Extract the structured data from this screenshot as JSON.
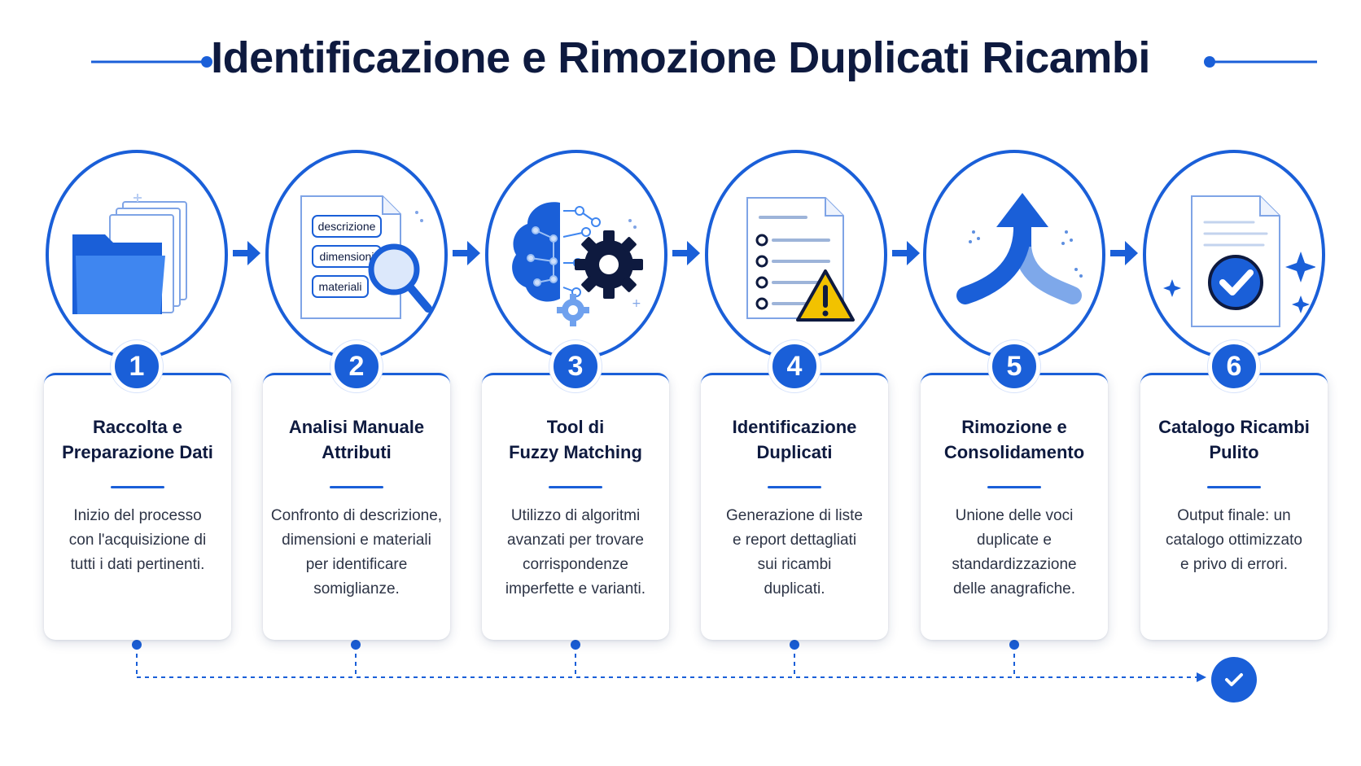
{
  "title": "Identificazione e Rimozione Duplicati Ricambi",
  "colors": {
    "accent": "#1a5fd8",
    "dark": "#0e1a3f",
    "warning": "#f2c200"
  },
  "steps": [
    {
      "number": "1",
      "title": "Raccolta e\nPreparazione Dati",
      "description": "Inizio del processo\ncon l'acquisizione di\ntutti i dati pertinenti.",
      "icon": "folder-documents-icon"
    },
    {
      "number": "2",
      "title": "Analisi Manuale\nAttributi",
      "description": "Confronto di descrizione,\ndimensioni e materiali\nper identificare\nsomiglianze.",
      "icon": "document-magnifier-icon",
      "tags": [
        "descrizione",
        "dimensioni",
        "materiali"
      ]
    },
    {
      "number": "3",
      "title": "Tool di\nFuzzy Matching",
      "description": "Utilizzo di algoritmi\navanzati per trovare\ncorrispondenze\nimperfette e varianti.",
      "icon": "brain-gear-icon"
    },
    {
      "number": "4",
      "title": "Identificazione\nDuplicati",
      "description": "Generazione di liste\ne report dettagliati\nsui ricambi\nduplicati.",
      "icon": "checklist-warning-icon"
    },
    {
      "number": "5",
      "title": "Rimozione e\nConsolidamento",
      "description": "Unione delle voci\nduplicate e\nstandardizzazione\ndelle anagrafiche.",
      "icon": "merge-arrow-icon"
    },
    {
      "number": "6",
      "title": "Catalogo Ricambi\nPulito",
      "description": "Output finale: un\ncatalogo ottimizzato\ne privo di errori.",
      "icon": "document-check-icon"
    }
  ]
}
